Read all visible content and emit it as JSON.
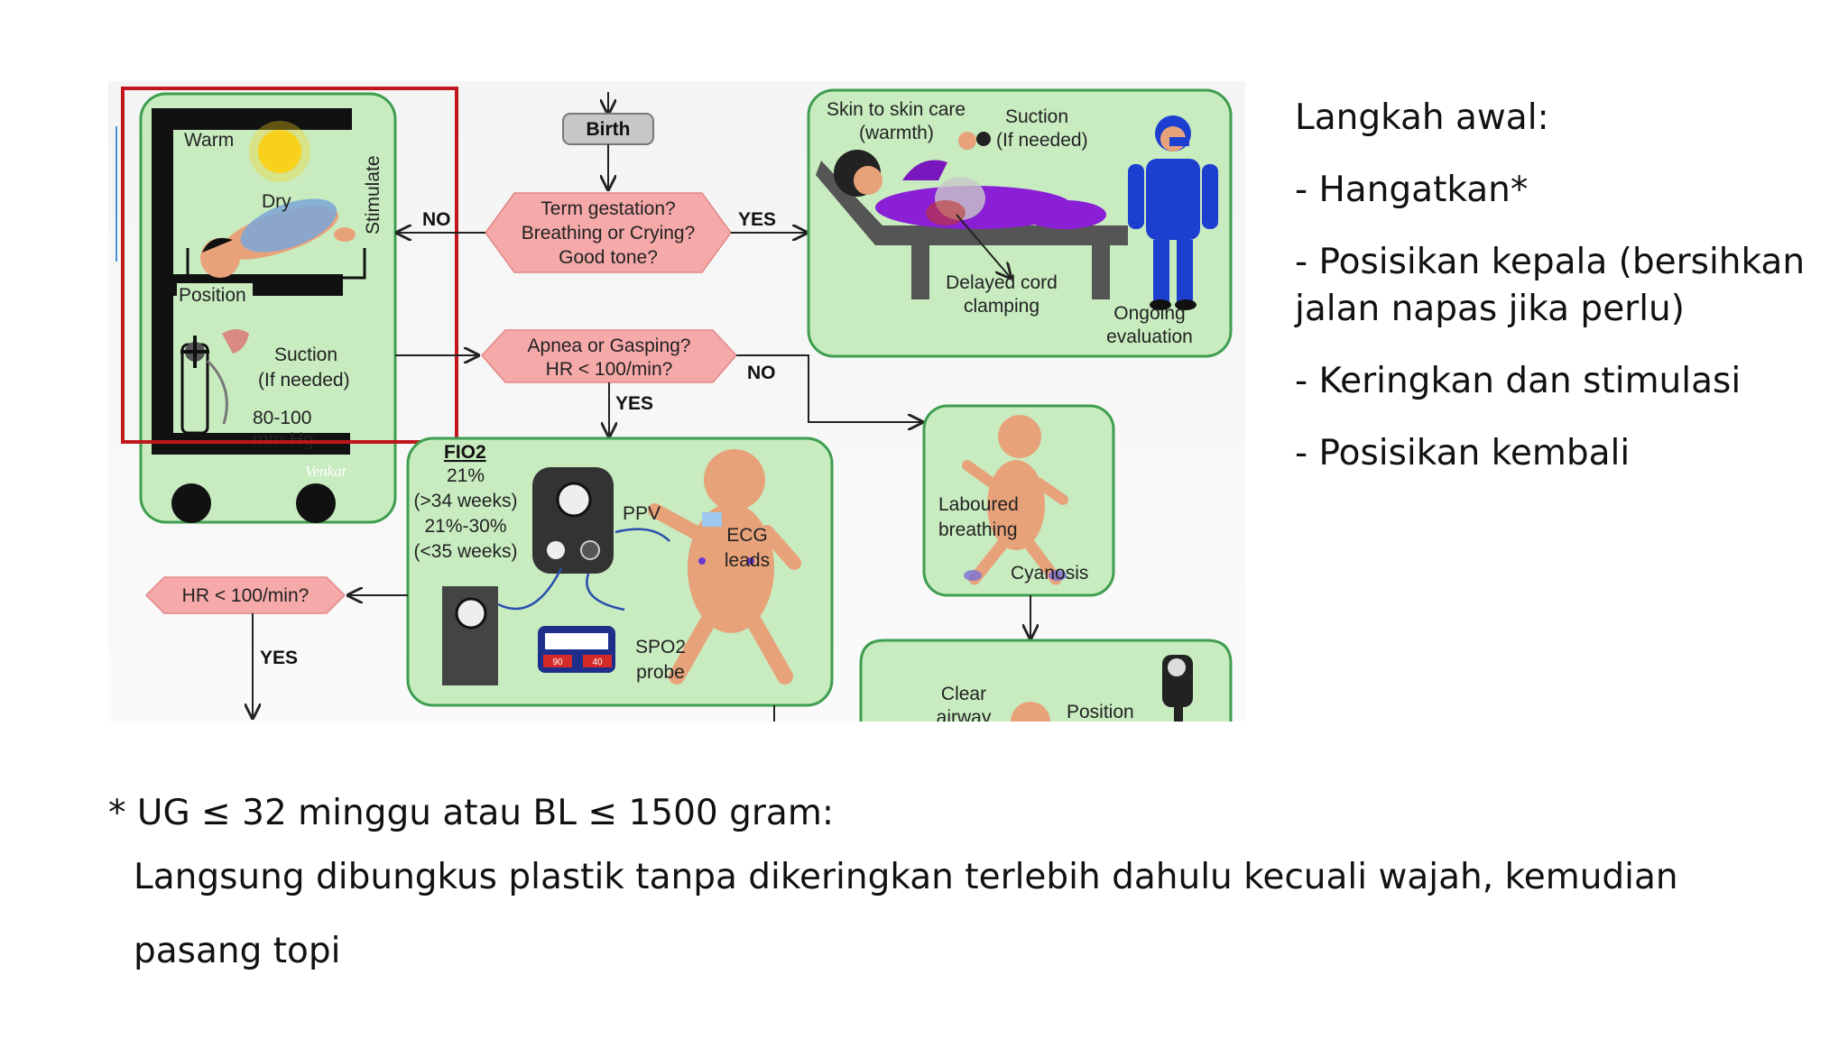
{
  "diagram": {
    "birth": "Birth",
    "decision_term": [
      "Term gestation?",
      "Breathing or Crying?",
      "Good tone?"
    ],
    "decision_apnea": [
      "Apnea or Gasping?",
      "HR < 100/min?"
    ],
    "decision_hr": "HR < 100/min?",
    "yes": "YES",
    "no": "NO",
    "initial_steps": {
      "warm": "Warm",
      "dry": "Dry",
      "stimulate": "Stimulate",
      "position": "Position",
      "suction": "Suction",
      "if_needed": "(If needed)",
      "pressure_value": "80-100",
      "pressure_unit": "mm Hg",
      "signature": "Venkat"
    },
    "routine_care": {
      "skin_to_skin": "Skin to skin care",
      "warmth": "(warmth)",
      "suction": "Suction",
      "if_needed": "(If needed)",
      "delayed_cord": [
        "Delayed cord",
        "clamping"
      ],
      "ongoing": [
        "Ongoing",
        "evaluation"
      ]
    },
    "ppv": {
      "fio2_title": "FIO2",
      "fio2_lines": [
        "21%",
        "(>34 weeks)",
        "21%-30%",
        "(<35 weeks)"
      ],
      "ppv": "PPV",
      "ecg": [
        "ECG",
        "leads"
      ],
      "spo2": [
        "SPO2",
        "probe"
      ],
      "monitor_left": "90",
      "monitor_right": "40"
    },
    "distress": {
      "laboured": [
        "Laboured",
        "breathing"
      ],
      "cyanosis": "Cyanosis"
    },
    "bottom_box": {
      "clear": [
        "Clear",
        "airway"
      ],
      "position": "Position"
    },
    "colors": {
      "box_fill": "#c8ecc0",
      "box_border": "#3f9e4f",
      "decision_fill": "#f6a9a9",
      "highlight": "#c0161c",
      "baby_skin": "#e8a27a",
      "purple": "#8a1fd6",
      "staff_blue": "#1c3fd0"
    }
  },
  "steps": {
    "heading": "Langkah awal:",
    "items": [
      "- Hangatkan*",
      "- Posisikan kepala (bersihkan jalan napas jika perlu)",
      "- Keringkan dan stimulasi",
      "- Posisikan kembali"
    ]
  },
  "note": {
    "line1": "* UG ≤ 32 minggu atau BL ≤ 1500 gram:",
    "line2": "Langsung dibungkus plastik tanpa dikeringkan terlebih dahulu kecuali wajah, kemudian",
    "line3": "pasang topi"
  }
}
